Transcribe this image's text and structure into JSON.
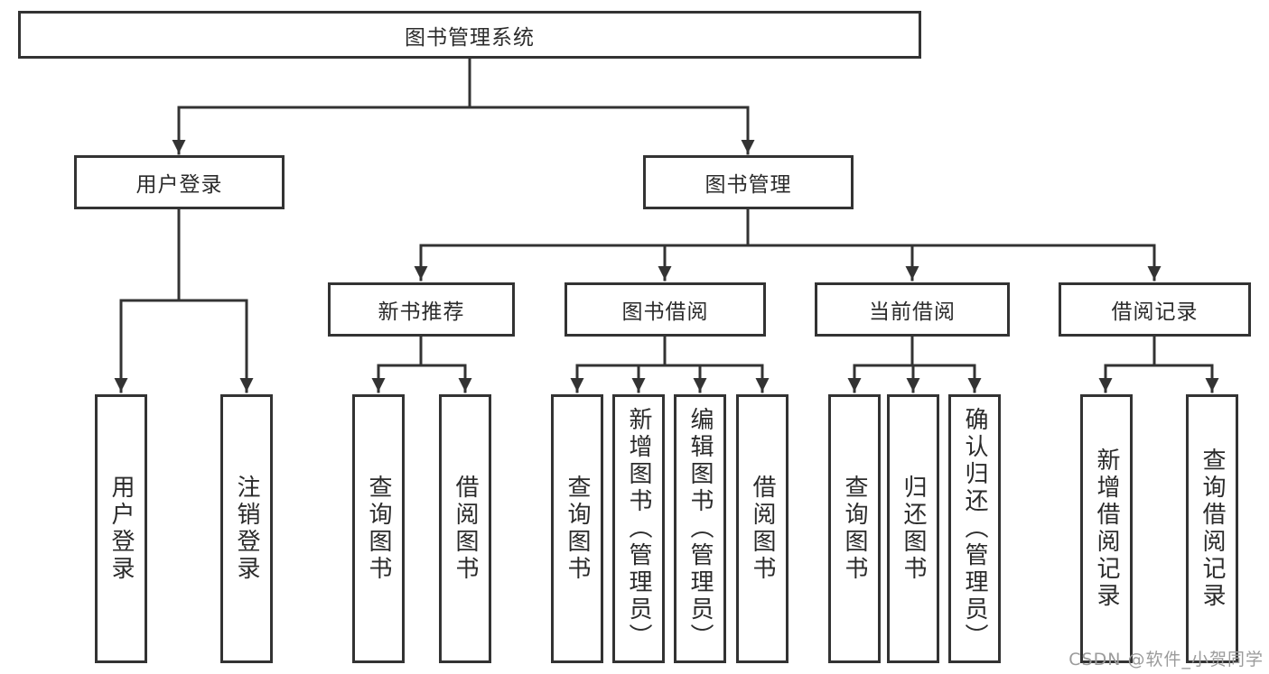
{
  "diagram": {
    "root": {
      "label": "图书管理系统"
    },
    "branches": [
      {
        "label": "用户登录",
        "children": [
          {
            "label": "用户登录"
          },
          {
            "label": "注销登录"
          }
        ]
      },
      {
        "label": "图书管理",
        "children": [
          {
            "label": "新书推荐",
            "children": [
              {
                "label": "查询图书"
              },
              {
                "label": "借阅图书"
              }
            ]
          },
          {
            "label": "图书借阅",
            "children": [
              {
                "label": "查询图书"
              },
              {
                "label": "新增图书（管理员）"
              },
              {
                "label": "编辑图书（管理员）"
              },
              {
                "label": "借阅图书"
              }
            ]
          },
          {
            "label": "当前借阅",
            "children": [
              {
                "label": "查询图书"
              },
              {
                "label": "归还图书"
              },
              {
                "label": "确认归还（管理员）"
              }
            ]
          },
          {
            "label": "借阅记录",
            "children": [
              {
                "label": "新增借阅记录"
              },
              {
                "label": "查询借阅记录"
              }
            ]
          }
        ]
      }
    ]
  },
  "watermark": {
    "text": "CSDN @软件_小贺同学"
  },
  "colors": {
    "line": "#333333",
    "text": "#2b2b2b",
    "watermark": "#9b9b9b",
    "background": "#ffffff"
  }
}
